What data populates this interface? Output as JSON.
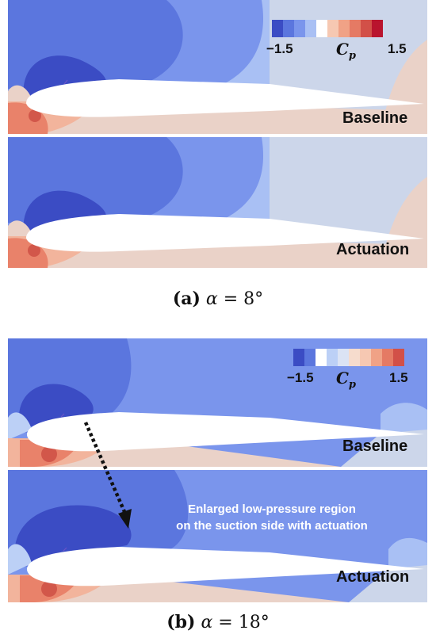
{
  "colors": {
    "strong_low": "#3b4cc4",
    "mid_low": "#5b76de",
    "low": "#7a95ec",
    "weak_low": "#a9c0f4",
    "neutral": "#ccd6ea",
    "weak_high": "#ead2c8",
    "high": "#f2b49c",
    "strong_high": "#e9826a",
    "very_high": "#d2574a"
  },
  "colorbar_a": {
    "colors": [
      "#3b4cc4",
      "#5b76de",
      "#7a95ec",
      "#a9c0f4",
      "#ffffff",
      "#f6c8b2",
      "#f0a286",
      "#e57a64",
      "#d25048",
      "#b9142e"
    ],
    "min_label": "−1.5",
    "max_label": "1.5",
    "symbol": "C",
    "symbol_sub": "p"
  },
  "colorbar_b": {
    "colors": [
      "#3b4cc4",
      "#5b76de",
      "#ffffff",
      "#bcd0f6",
      "#dbe3f4",
      "#f6dccd",
      "#f6c8b2",
      "#f0a286",
      "#e57a64",
      "#d25048",
      "#b9142e"
    ],
    "min_label": "−1.5",
    "max_label": "1.5",
    "symbol": "C",
    "symbol_sub": "p"
  },
  "panels": [
    {
      "label": "Baseline"
    },
    {
      "label": "Actuation"
    },
    {
      "label": "Baseline"
    },
    {
      "label": "Actuation"
    }
  ],
  "captions": {
    "a": {
      "letter": "(a)",
      "greek": "α",
      "rest": " = 8°"
    },
    "b": {
      "letter": "(b)",
      "greek": "α",
      "rest": " = 18°"
    }
  },
  "annotation": {
    "line1": "Enlarged low-pressure region",
    "line2": "on the suction side with actuation"
  }
}
